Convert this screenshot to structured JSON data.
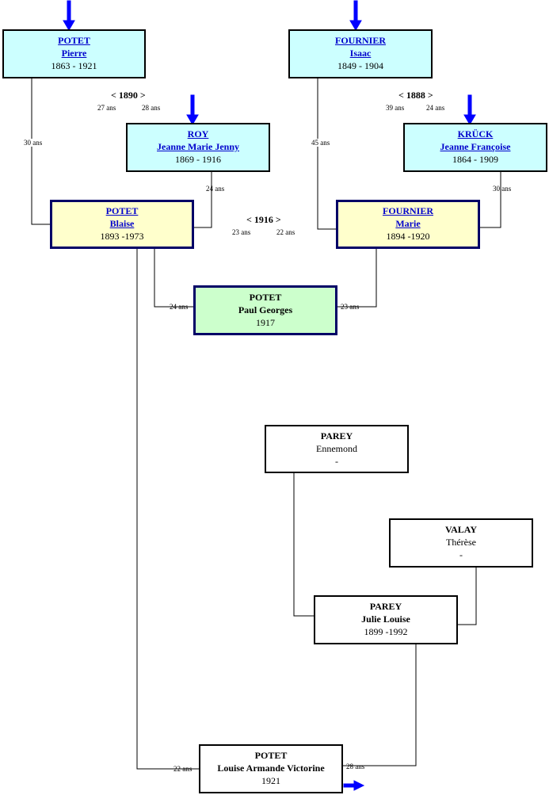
{
  "persons": [
    {
      "id": "potet-pierre",
      "surname": "POTET",
      "given": "Pierre",
      "dates": "1863 - 1921",
      "style": "cyan",
      "link": true
    },
    {
      "id": "fournier-isaac",
      "surname": "FOURNIER",
      "given": "Isaac",
      "dates": "1849 - 1904",
      "style": "cyan",
      "link": true
    },
    {
      "id": "roy-jeanne-marie-jenny",
      "surname": "ROY",
      "given": "Jeanne Marie Jenny",
      "dates": "1869 - 1916",
      "style": "cyan",
      "link": true
    },
    {
      "id": "kruck-jeanne-francoise",
      "surname": "KRÜCK",
      "given": "Jeanne Françoise",
      "dates": "1864 - 1909",
      "style": "cyan",
      "link": true
    },
    {
      "id": "potet-blaise",
      "surname": "POTET",
      "given": "Blaise",
      "dates": "1893 -1973",
      "style": "yellow",
      "link": true
    },
    {
      "id": "fournier-marie",
      "surname": "FOURNIER",
      "given": "Marie",
      "dates": "1894 -1920",
      "style": "yellow",
      "link": true
    },
    {
      "id": "potet-paul-georges",
      "surname": "POTET",
      "given": "Paul Georges",
      "dates": "1917",
      "style": "green",
      "link": false
    },
    {
      "id": "parey-ennemond",
      "surname": "PAREY",
      "given": "Ennemond",
      "dates": "-",
      "style": "white",
      "link": false,
      "given_normal": true
    },
    {
      "id": "valay-therese",
      "surname": "VALAY",
      "given": "Thérèse",
      "dates": "-",
      "style": "white",
      "link": false,
      "given_normal": true
    },
    {
      "id": "parey-julie-louise",
      "surname": "PAREY",
      "given": "Julie Louise",
      "dates": "1899 -1992",
      "style": "white",
      "link": false
    },
    {
      "id": "potet-louise-armande-victorine",
      "surname": "POTET",
      "given": "Louise Armande Victorine",
      "dates": "1921",
      "style": "white",
      "link": false
    }
  ],
  "marriages": [
    {
      "id": "marriage-1890",
      "label": "< 1890 >",
      "husband_age": "27 ans",
      "wife_age": "28 ans"
    },
    {
      "id": "marriage-1888",
      "label": "< 1888 >",
      "husband_age": "39 ans",
      "wife_age": "24 ans"
    },
    {
      "id": "marriage-1916",
      "label": "< 1916 >",
      "husband_age": "23 ans",
      "wife_age": "22 ans"
    }
  ],
  "parent_ages": [
    {
      "id": "age-pierre-blaise",
      "text": "30 ans"
    },
    {
      "id": "age-roy-blaise",
      "text": "24 ans"
    },
    {
      "id": "age-isaac-marie",
      "text": "45 ans"
    },
    {
      "id": "age-kruck-marie",
      "text": "30 ans"
    },
    {
      "id": "age-blaise-paul",
      "text": "24 ans"
    },
    {
      "id": "age-marie-paul",
      "text": "23 ans"
    },
    {
      "id": "age-blaise-louise",
      "text": "22 ans"
    },
    {
      "id": "age-julie-louise",
      "text": "28 ans"
    }
  ],
  "colors": {
    "cyan": "#ccffff",
    "yellow": "#ffffcc",
    "green": "#ccffcc",
    "link": "#0000cc",
    "arrow": "#0000ff"
  }
}
